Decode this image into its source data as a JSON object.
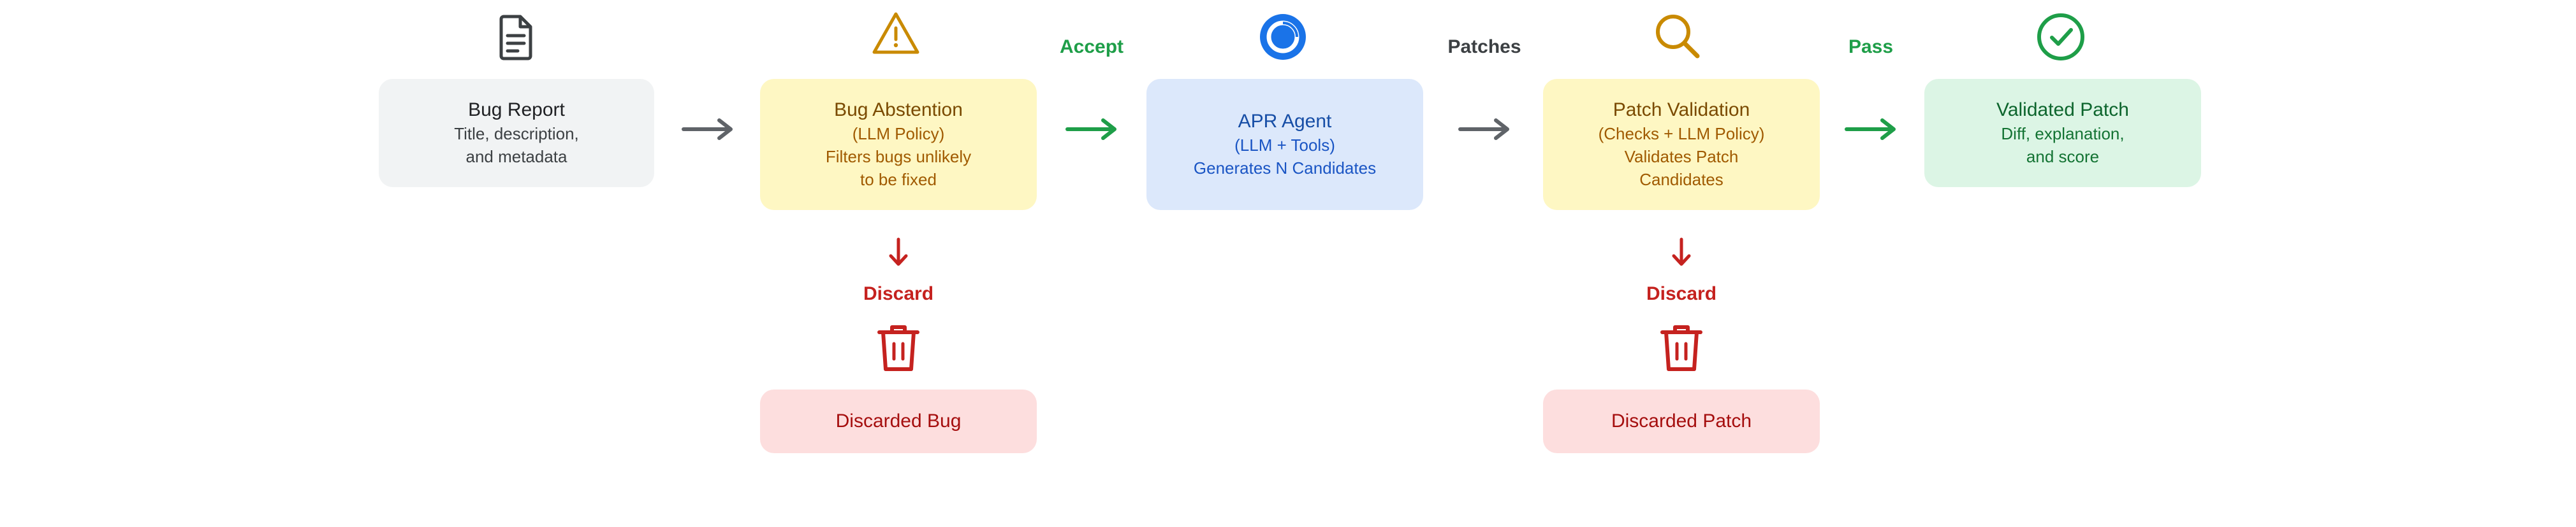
{
  "nodes": {
    "bug_report": {
      "title": "Bug Report",
      "line1": "Title, description,",
      "line2": "and metadata"
    },
    "bug_abstention": {
      "title": "Bug Abstention",
      "line1": "(LLM Policy)",
      "line2": "Filters bugs unlikely",
      "line3": "to be fixed"
    },
    "apr_agent": {
      "title": "APR Agent",
      "line1": "(LLM + Tools)",
      "line2": "Generates N Candidates"
    },
    "patch_validation": {
      "title": "Patch Validation",
      "line1": "(Checks + LLM Policy)",
      "line2": "Validates Patch",
      "line3": "Candidates"
    },
    "validated_patch": {
      "title": "Validated Patch",
      "line1": "Diff, explanation,",
      "line2": "and score"
    },
    "discarded_bug": {
      "title": "Discarded Bug"
    },
    "discarded_patch": {
      "title": "Discarded Patch"
    }
  },
  "edges": {
    "accept": "Accept",
    "patches": "Patches",
    "pass": "Pass",
    "discard_1": "Discard",
    "discard_2": "Discard"
  },
  "icons": {
    "bug_report": "document-icon",
    "bug_abstention": "warning-icon",
    "apr_agent": "agent-ring-icon",
    "patch_validation": "magnifier-icon",
    "validated_patch": "check-circle-icon",
    "discard": "trash-icon"
  },
  "colors": {
    "accept_green": "#1e9e48",
    "neutral_gray": "#5f6368",
    "discard_red": "#c5221f",
    "warning_amber": "#c98a00",
    "agent_blue": "#1a73e8"
  }
}
